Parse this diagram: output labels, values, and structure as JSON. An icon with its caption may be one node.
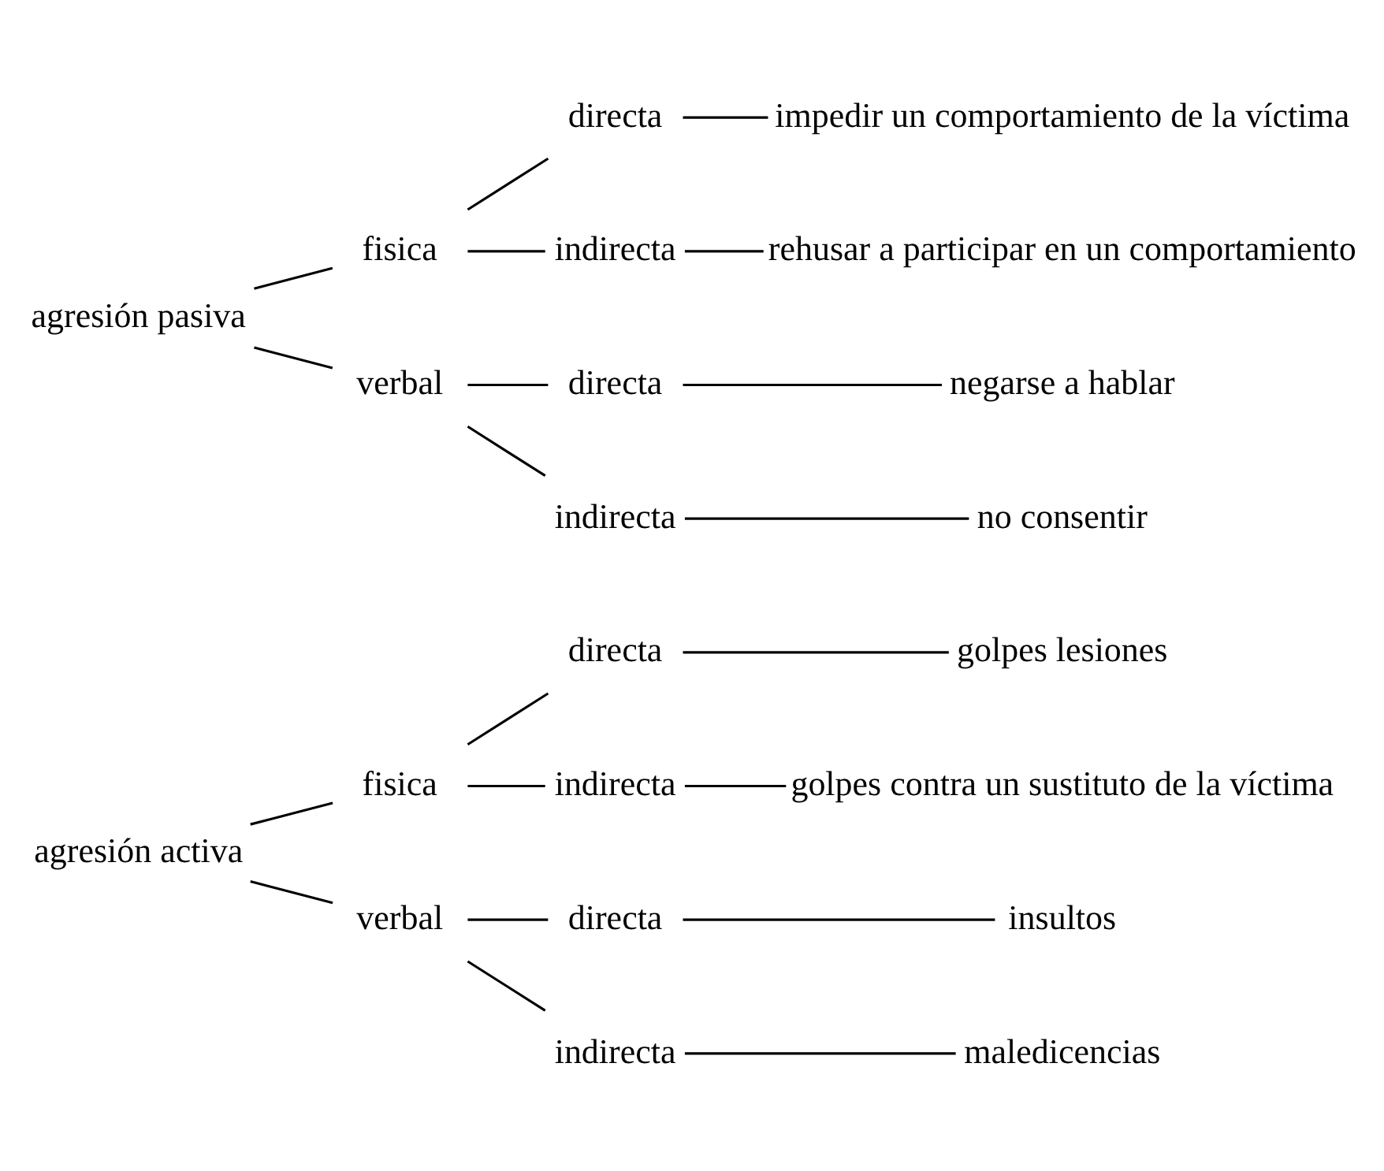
{
  "diagram": {
    "nodes": [
      {
        "text": [
          "agresión activa"
        ]
      },
      {
        "text": [
          "fisica"
        ]
      },
      {
        "text": [
          "directa"
        ]
      },
      {
        "text": [
          "golpes lesiones"
        ]
      },
      {
        "text": [
          "indirecta"
        ]
      },
      {
        "text": [
          "golpes contra un sustituto de la víctima"
        ]
      },
      {
        "text": [
          "verbal"
        ]
      },
      {
        "text": [
          "directa"
        ]
      },
      {
        "text": [
          "insultos"
        ]
      },
      {
        "text": [
          "indirecta"
        ]
      },
      {
        "text": [
          "maledicencias"
        ]
      },
      {
        "text": [
          "agresión pasiva"
        ]
      },
      {
        "text": [
          "fisica"
        ]
      },
      {
        "text": [
          "directa"
        ]
      },
      {
        "text": [
          "impedir un comportamiento de la víctima"
        ]
      },
      {
        "text": [
          "indirecta"
        ]
      },
      {
        "text": [
          "rehusar a participar en un comportamiento"
        ]
      },
      {
        "text": [
          "verbal"
        ]
      },
      {
        "text": [
          "directa"
        ]
      },
      {
        "text": [
          "negarse a hablar"
        ]
      },
      {
        "text": [
          "indirecta"
        ]
      },
      {
        "text": [
          "no consentir"
        ]
      }
    ],
    "edges": [
      {
        "from": 0,
        "to": 1,
        "arrow": "none"
      },
      {
        "from": 1,
        "to": 2,
        "arrow": "none"
      },
      {
        "from": 2,
        "to": 3,
        "arrow": "none"
      },
      {
        "from": 1,
        "to": 4,
        "arrow": "none"
      },
      {
        "from": 4,
        "to": 5,
        "arrow": "none"
      },
      {
        "from": 0,
        "to": 6,
        "arrow": "none"
      },
      {
        "from": 6,
        "to": 7,
        "arrow": "none"
      },
      {
        "from": 7,
        "to": 8,
        "arrow": "none"
      },
      {
        "from": 6,
        "to": 9,
        "arrow": "none"
      },
      {
        "from": 9,
        "to": 10,
        "arrow": "none"
      },
      {
        "from": 11,
        "to": 12,
        "arrow": "none"
      },
      {
        "from": 12,
        "to": 13,
        "arrow": "none"
      },
      {
        "from": 13,
        "to": 14,
        "arrow": "none"
      },
      {
        "from": 12,
        "to": 15,
        "arrow": "none"
      },
      {
        "from": 15,
        "to": 16,
        "arrow": "none"
      },
      {
        "from": 11,
        "to": 17,
        "arrow": "none"
      },
      {
        "from": 17,
        "to": 18,
        "arrow": "none"
      },
      {
        "from": 18,
        "to": 19,
        "arrow": "none"
      },
      {
        "from": 17,
        "to": 20,
        "arrow": "none"
      },
      {
        "from": 20,
        "to": 21,
        "arrow": "none"
      }
    ]
  }
}
